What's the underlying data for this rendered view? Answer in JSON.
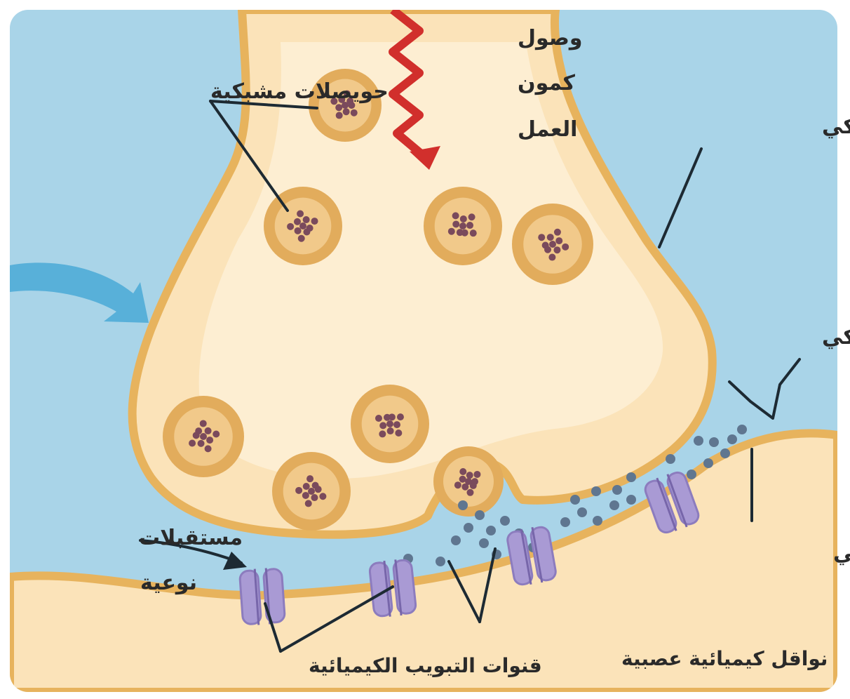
{
  "labels": {
    "action_potential_1": "وصول",
    "action_potential_2": "كمون",
    "action_potential_3": "العمل",
    "synaptic_vesicles": "حويصلات مشبكية",
    "presynaptic_membrane": "الغشاء قبل المشبكي",
    "synaptic_cleft": "فلق مشبكي",
    "receptors_1": "مستقبلات",
    "receptors_2": "نوعية",
    "postsynaptic_membrane": "الغشاء بعد المشبكي",
    "chemical_gated_channels": "قنوات التبويب الكيميائية",
    "neurotransmitters": "نواقل كيميائية عصبية"
  },
  "colors": {
    "extracellular": "#a9d4e8",
    "terminal_fill": "#fbe3b9",
    "terminal_inner": "#fdf0d6",
    "membrane": "#e7b35d",
    "vesicle": "#e2ac5c",
    "vesicle_inner": "#f1c98a",
    "transmitter_in_vesicle": "#7a4a5c",
    "transmitter_free": "#5f7690",
    "receptor": "#a99ad4",
    "action_potential": "#d12f2c",
    "arrow": "#4aa9d6",
    "postsynaptic_fill": "#fbe3b9"
  }
}
